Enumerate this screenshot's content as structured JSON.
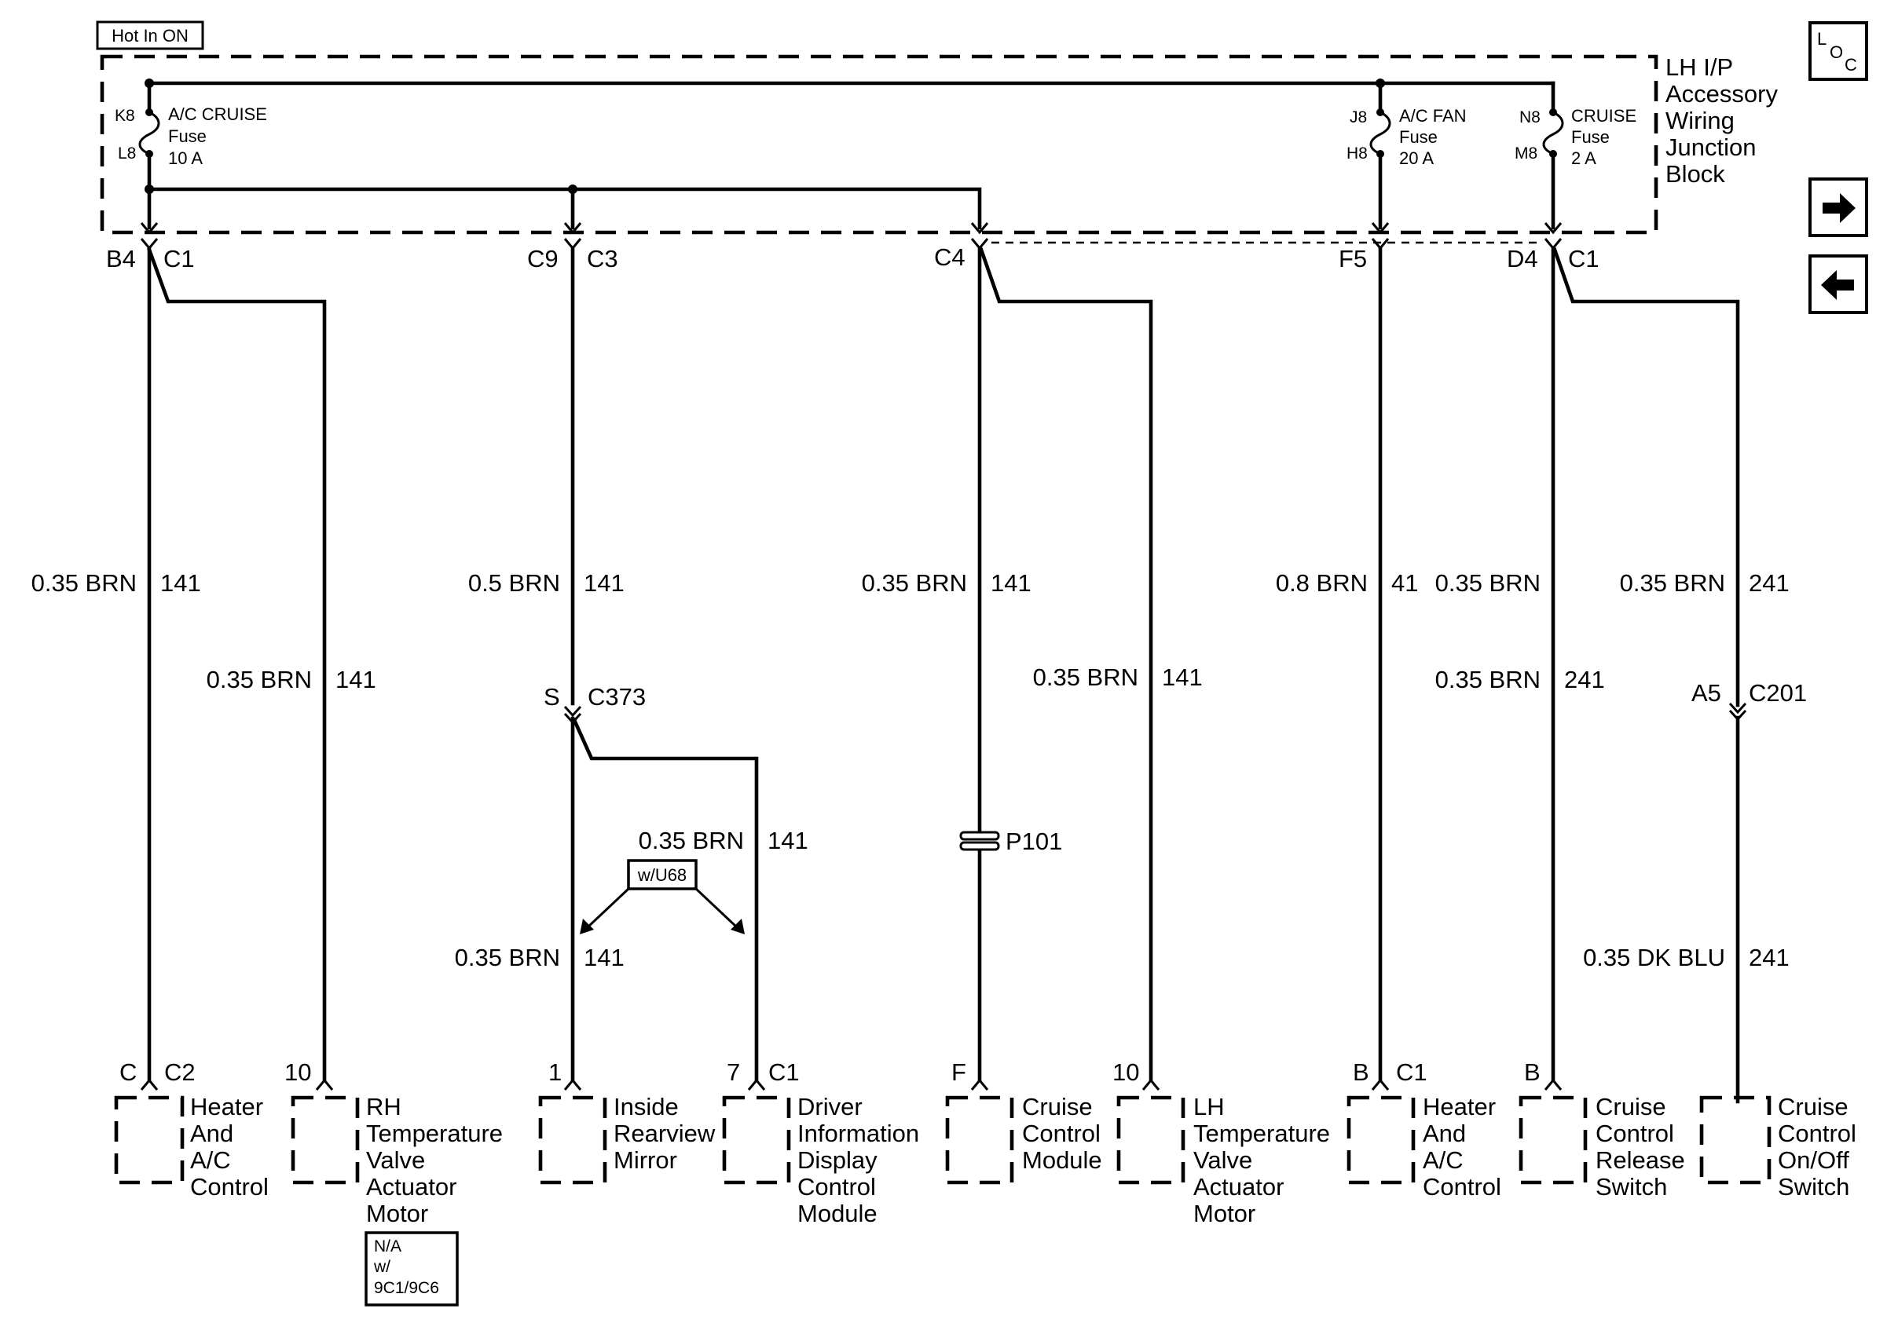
{
  "power_label": "Hot In ON",
  "junction_block": [
    "LH I/P",
    "Accessory",
    "Wiring",
    "Junction",
    "Block"
  ],
  "loc_button": {
    "l": "L",
    "o": "O",
    "c": "C"
  },
  "fuses": [
    {
      "top_pin": "K8",
      "bottom_pin": "L8",
      "name": "A/C CRUISE",
      "word": "Fuse",
      "rating": "10 A"
    },
    {
      "top_pin": "J8",
      "bottom_pin": "H8",
      "name": "A/C FAN",
      "word": "Fuse",
      "rating": "20 A"
    },
    {
      "top_pin": "N8",
      "bottom_pin": "M8",
      "name": "CRUISE",
      "word": "Fuse",
      "rating": "2 A"
    }
  ],
  "jb_connectors": [
    {
      "pin": "B4",
      "conn": "C1"
    },
    {
      "pin": "C9",
      "conn": "C3"
    },
    {
      "pin": "C4",
      "conn": ""
    },
    {
      "pin": "F5",
      "conn": ""
    },
    {
      "pin": "D4",
      "conn": "C1"
    }
  ],
  "wire_labels": [
    {
      "spec": "0.35 BRN",
      "circuit": "141"
    },
    {
      "spec": "0.35 BRN",
      "circuit": "141"
    },
    {
      "spec": "0.5 BRN",
      "circuit": "141"
    },
    {
      "spec": "0.35 BRN",
      "circuit": "141"
    },
    {
      "spec": "0.35 BRN",
      "circuit": "141"
    },
    {
      "spec": "0.35 BRN",
      "circuit": "141"
    },
    {
      "spec": "0.35 BRN",
      "circuit": "141"
    },
    {
      "spec": "0.8 BRN",
      "circuit": "41"
    },
    {
      "spec": "0.35 BRN",
      "circuit": "241"
    },
    {
      "spec": "0.35 BRN",
      "circuit": "241"
    },
    {
      "spec": "0.35 DK BLU",
      "circuit": "241"
    }
  ],
  "splice": {
    "pin": "S",
    "conn": "C373"
  },
  "option_box": "w/U68",
  "inline_connector": {
    "pin": "A5",
    "conn": "C201"
  },
  "pass_through": "P101",
  "components": [
    {
      "pin": "C",
      "conn": "C2",
      "lines": [
        "Heater",
        "And",
        "A/C",
        "Control"
      ]
    },
    {
      "pin": "10",
      "conn": "",
      "lines": [
        "RH",
        "Temperature",
        "Valve",
        "Actuator",
        "Motor"
      ]
    },
    {
      "pin": "1",
      "conn": "",
      "lines": [
        "Inside",
        "Rearview",
        "Mirror"
      ]
    },
    {
      "pin": "7",
      "conn": "C1",
      "lines": [
        "Driver",
        "Information",
        "Display",
        "Control",
        "Module"
      ]
    },
    {
      "pin": "F",
      "conn": "",
      "lines": [
        "Cruise",
        "Control",
        "Module"
      ]
    },
    {
      "pin": "10",
      "conn": "",
      "lines": [
        "LH",
        "Temperature",
        "Valve",
        "Actuator",
        "Motor"
      ]
    },
    {
      "pin": "B",
      "conn": "C1",
      "lines": [
        "Heater",
        "And",
        "A/C",
        "Control"
      ]
    },
    {
      "pin": "B",
      "conn": "",
      "lines": [
        "Cruise",
        "Control",
        "Release",
        "Switch"
      ]
    },
    {
      "pin": "",
      "conn": "",
      "lines": [
        "Cruise",
        "Control",
        "On/Off",
        "Switch"
      ]
    }
  ],
  "note": [
    "N/A",
    "w/",
    "9C1/9C6"
  ],
  "icons": {
    "next": "arrow-right-icon",
    "prev": "arrow-left-icon"
  }
}
